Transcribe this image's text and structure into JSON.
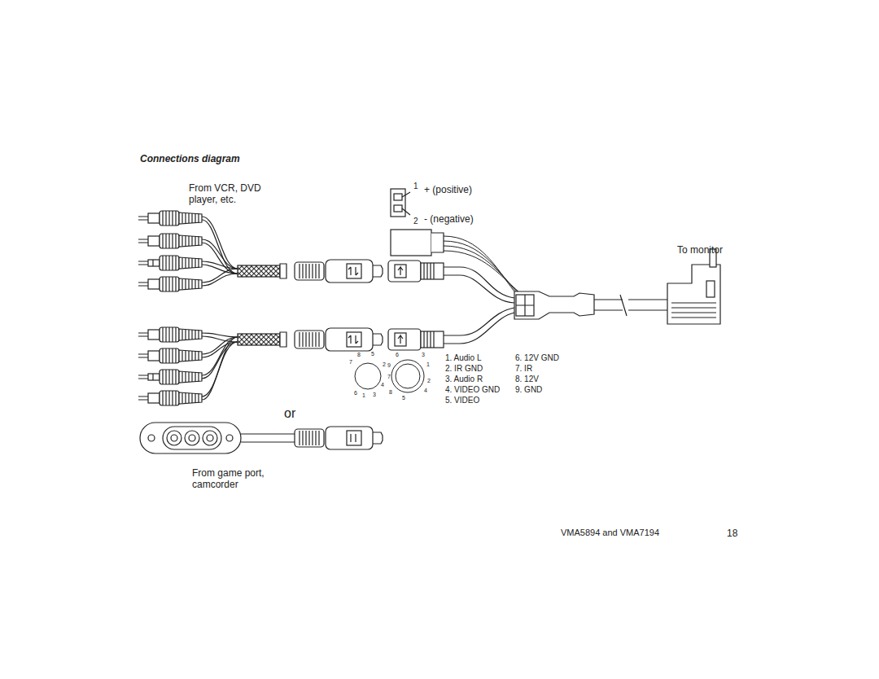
{
  "diagram": {
    "title": "Connections diagram",
    "labels": [
      "From VCR, DVD player, etc.",
      "1",
      "+ (positive)",
      "2",
      "- (negative)",
      "To monitor",
      "8",
      "5",
      "7",
      "2",
      "6",
      "1",
      "3",
      "4",
      "6",
      "3",
      "9",
      "1",
      "7",
      "2",
      "8",
      "4",
      "5",
      "1. Audio L",
      "2. IR GND",
      "3. Audio R",
      "4. VIDEO GND",
      "5. VIDEO",
      "6. 12V GND",
      "7. IR",
      "8. 12V",
      "9. GND",
      "or",
      "From game port, camcorder",
      "VMA5894 and VMA7194",
      "18"
    ]
  }
}
